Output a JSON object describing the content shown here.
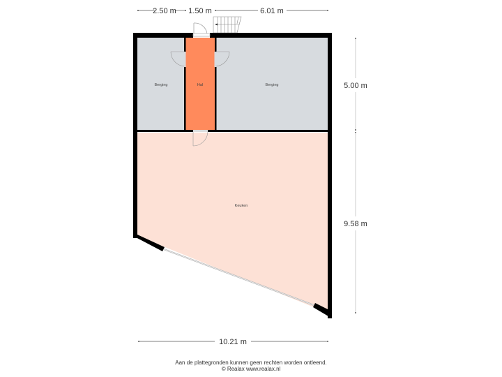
{
  "plan": {
    "rooms": [
      {
        "id": "berging-left",
        "label": "Berging",
        "fill": "#D7DBDF"
      },
      {
        "id": "hal",
        "label": "Hal",
        "fill": "#FF8A5C"
      },
      {
        "id": "berging-right",
        "label": "Berging",
        "fill": "#D7DBDF"
      },
      {
        "id": "keuken",
        "label": "Keuken",
        "fill": "#FDE1D6"
      }
    ],
    "dimensions": {
      "top": [
        "2.50 m",
        "1.50 m",
        "6.01 m"
      ],
      "right": [
        "5.00 m",
        "9.58 m"
      ],
      "bottom": "10.21 m"
    },
    "colors": {
      "wall": "#000000",
      "storage": "#D7DBDF",
      "hall": "#FF8A5C",
      "kitchen": "#FDE1D6",
      "dimension_line": "#555555",
      "window": "#BBBBBB"
    }
  },
  "footer": {
    "disclaimer": "Aan de plattegronden kunnen geen rechten worden ontleend.",
    "copyright": "© Realax www.realax.nl"
  }
}
